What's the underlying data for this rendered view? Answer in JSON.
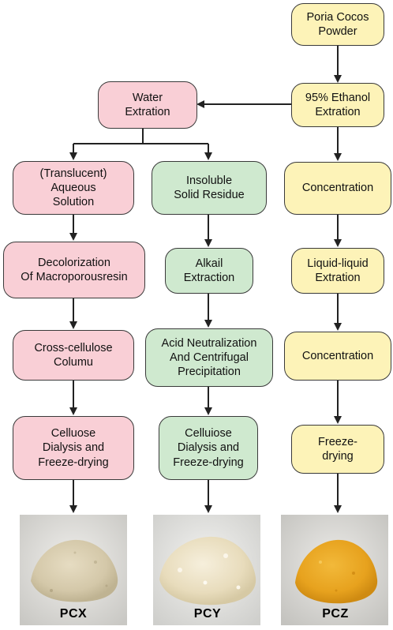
{
  "nodes": {
    "poria_powder": "Poria Cocos\nPowder",
    "ethanol_extration": "95% Ethanol\nExtration",
    "water_extration": "Water\nExtration",
    "aqueous_solution": "(Translucent)\nAqueous\nSolution",
    "insoluble_residue": "Insoluble\nSolid Residue",
    "concentration_1": "Concentration",
    "decolorization": "Decolorization\nOf Macroporousresin",
    "alkail_extraction": "Alkail\nExtraction",
    "liquid_extration": "Liquid-liquid\nExtration",
    "cross_cellulose": "Cross-cellulose\nColumu",
    "acid_neutralization": "Acid Neutralization\nAnd Centrifugal\nPrecipitation",
    "concentration_2": "Concentration",
    "celluose_dialysis": "Celluose\nDialysis and\nFreeze-drying",
    "celluiose_dialysis": "Celluiose\nDialysis and\nFreeze-drying",
    "freeze_drying": "Freeze-\ndrying"
  },
  "products": {
    "pcx": "PCX",
    "pcy": "PCY",
    "pcz": "PCZ"
  },
  "colors": {
    "pink": "#f9cfd6",
    "green": "#cfe9cf",
    "yellow": "#fdf3b8",
    "pcx_powder": "#d8ccb0",
    "pcy_powder": "#ece2c6",
    "pcz_powder": "#e7a21e"
  }
}
